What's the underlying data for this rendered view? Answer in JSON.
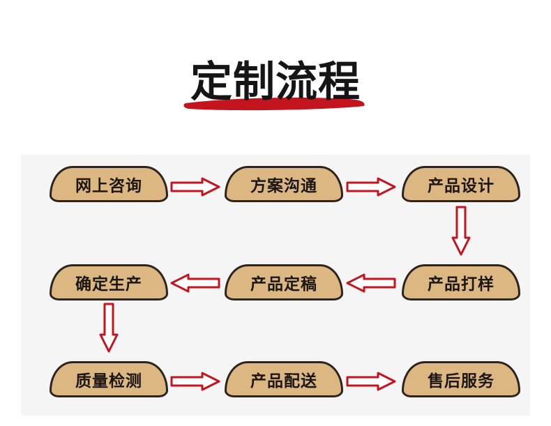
{
  "title": "定制流程",
  "colors": {
    "accent": "#c4141e",
    "node_fill": "#dcb782",
    "node_border": "#2c241c"
  },
  "steps": [
    {
      "label": "网上咨询"
    },
    {
      "label": "方案沟通"
    },
    {
      "label": "产品设计"
    },
    {
      "label": "产品打样"
    },
    {
      "label": "产品定稿"
    },
    {
      "label": "确定生产"
    },
    {
      "label": "质量检测"
    },
    {
      "label": "产品配送"
    },
    {
      "label": "售后服务"
    }
  ]
}
